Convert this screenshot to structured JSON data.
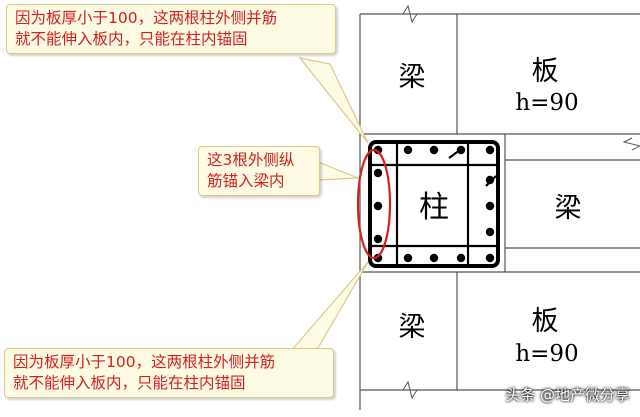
{
  "callouts": {
    "top": {
      "line1": "因为板厚小于100，这两根柱外侧并筋",
      "line2": "就不能伸入板内，只能在柱内锚固"
    },
    "middle": {
      "line1": "这3根外侧纵",
      "line2": "筋锚入梁内"
    },
    "bottom": {
      "line1": "因为板厚小于100，这两根柱外侧并筋",
      "line2": "就不能伸入板内，只能在柱内锚固"
    }
  },
  "labels": {
    "beam_top": "梁",
    "slab_top": "板",
    "slab_top_h": "h=90",
    "column": "柱",
    "beam_right": "梁",
    "beam_bottom": "梁",
    "slab_bottom": "板",
    "slab_bottom_h": "h=90"
  },
  "watermark": "头条 @地产微分享",
  "colors": {
    "callout_text": "#d42020",
    "callout_bg": "#fdfbe3",
    "highlight_ellipse": "#d42020",
    "rebar": "#000000",
    "lines": "#555555"
  }
}
